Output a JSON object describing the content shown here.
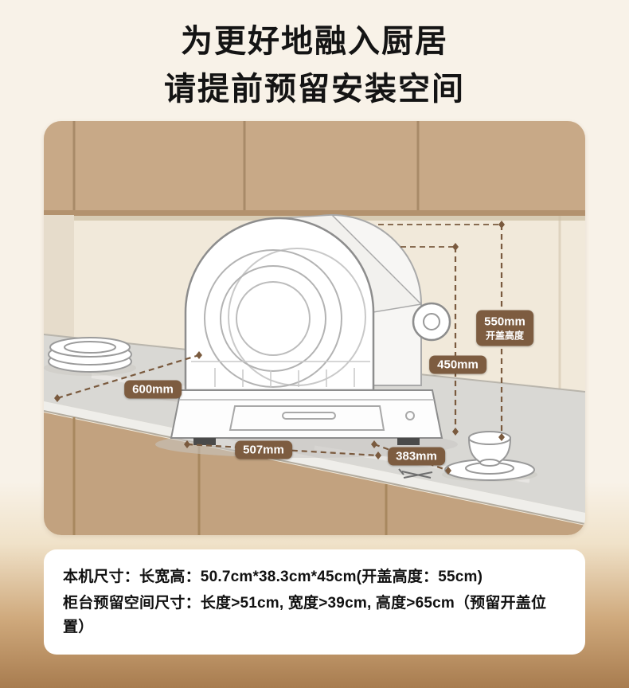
{
  "title": {
    "line1": "为更好地融入厨居",
    "line2": "请提前预留安装空间"
  },
  "dimensions": {
    "counter_depth": "600mm",
    "machine_width": "507mm",
    "machine_depth": "383mm",
    "machine_height": "450mm",
    "open_height": "550mm",
    "open_height_label": "开盖高度"
  },
  "spec_card": {
    "line1": "本机尺寸：长宽高：50.7cm*38.3cm*45cm(开盖高度：55cm)",
    "line2": "柜台预留空间尺寸：长度>51cm, 宽度>39cm, 高度>65cm（预留开盖位置）"
  },
  "colors": {
    "badge_brown": "#7d5c40",
    "dimension_line": "#7a5a3e",
    "wood": "#c8a987",
    "counter_gray": "#d9d8d4",
    "background_cream": "#f8f2e8",
    "bottom_brown": "#a87c4f"
  }
}
